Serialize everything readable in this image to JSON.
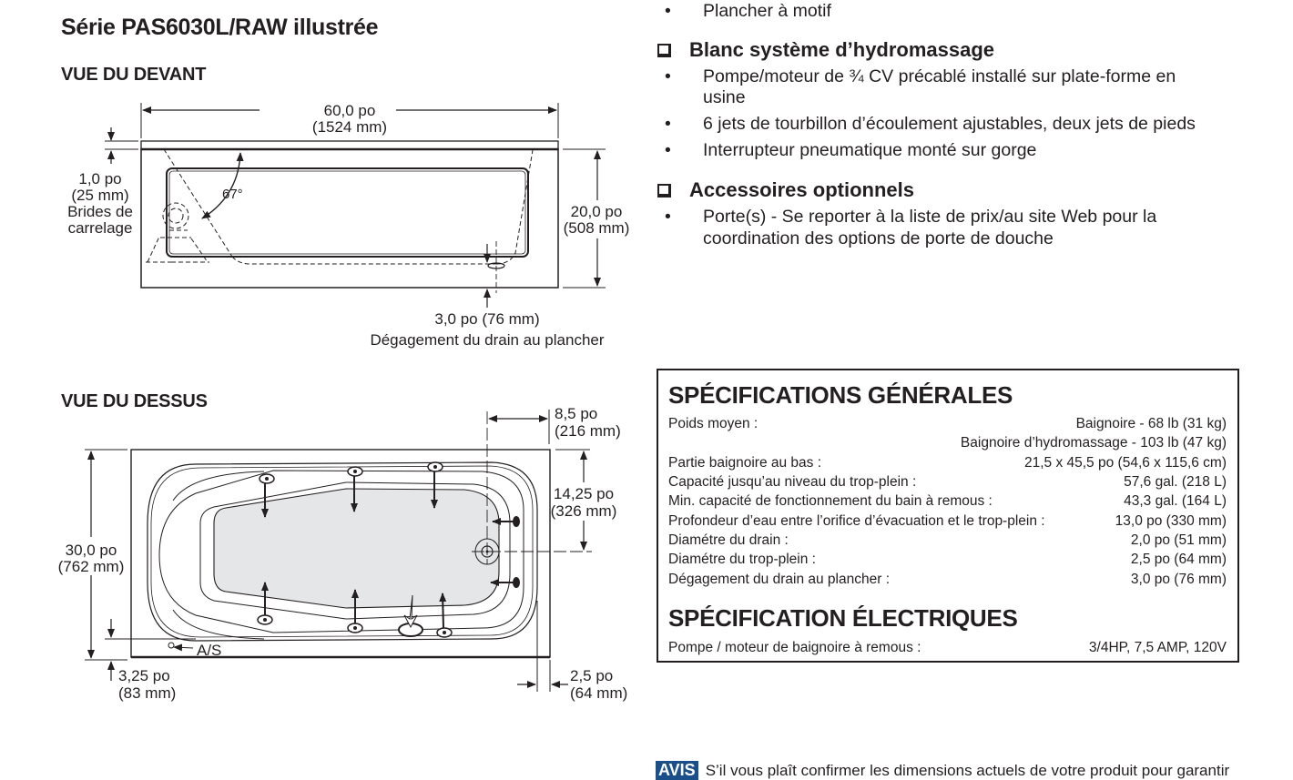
{
  "page": {
    "title": "Série PAS6030L/RAW illustrée"
  },
  "front_view": {
    "heading": "VUE DU DEVANT",
    "width_in": "60,0 po",
    "width_mm": "(1524 mm)",
    "flange_in": "1,0 po",
    "flange_mm": "(25 mm)",
    "flange_label_1": "Brides de",
    "flange_label_2": "carrelage",
    "angle": "67°",
    "height_in": "20,0 po",
    "height_mm": "(508 mm)",
    "drain_clearance": "3,0 po (76 mm)",
    "drain_clearance_label": "Dégagement du drain au plancher"
  },
  "top_view": {
    "heading": "VUE DU DESSUS",
    "drain_offset_in": "8,5 po",
    "drain_offset_mm": "(216 mm)",
    "drain_center_in": "14,25 po",
    "drain_center_mm": "(326 mm)",
    "depth_in": "30,0 po",
    "depth_mm": "(762 mm)",
    "apron_in": "3,25 po",
    "apron_mm": "(83 mm)",
    "end_in": "2,5 po",
    "end_mm": "(64 mm)",
    "air_switch_label": "A/S"
  },
  "features": {
    "top_bullet": "Plancher à motif",
    "sections": [
      {
        "heading": "Blanc système d’hydromassage",
        "bullets": [
          "Pompe/moteur de ¾ CV précablé installé sur plate-forme en",
          "usine",
          "6 jets de tourbillon d’écoulement ajustables, deux jets de pieds",
          "Interrupteur pneumatique monté sur gorge"
        ]
      },
      {
        "heading": "Accessoires optionnels",
        "bullets": [
          "Porte(s) - Se reporter à la liste de prix/au site Web pour la",
          "coordination des options de porte de douche"
        ]
      }
    ],
    "bullet_glyph": "•",
    "checkbox_icon": "empty-checkbox-icon"
  },
  "specs": {
    "general_heading": "SPÉCIFICATIONS GÉNÉRALES",
    "rows": [
      {
        "label": "Poids moyen :",
        "value": "Baignoire - 68 lb (31 kg)"
      },
      {
        "label": "",
        "value": "Baignoire d’hydromassage - 103 lb (47 kg)"
      },
      {
        "label": "Partie baignoire au bas :",
        "value": "21,5 x 45,5 po (54,6 x 115,6 cm)"
      },
      {
        "label": "Capacité jusqu’au niveau du trop-plein :",
        "value": "57,6 gal. (218 L)"
      },
      {
        "label": "Min. capacité de fonctionnement du bain à remous :",
        "value": "43,3 gal. (164 L)"
      },
      {
        "label": "Profondeur d’eau entre l’orifice d’évacuation et le trop-plein :",
        "value": "13,0 po (330 mm)"
      },
      {
        "label": "Diamétre du drain :",
        "value": "2,0 po (51 mm)"
      },
      {
        "label": "Diamétre du trop-plein :",
        "value": "2,5 po (64 mm)"
      },
      {
        "label": "Dégagement du drain au plancher :",
        "value": "3,0 po (76 mm)"
      }
    ],
    "electrical_heading": "SPÉCIFICATION ÉLECTRIQUES",
    "electrical_rows": [
      {
        "label": "Pompe / moteur de baignoire à remous :",
        "value": "3/4HP, 7,5 AMP, 120V"
      }
    ]
  },
  "notice": {
    "badge": "AVIS",
    "text": "S’il vous plaît confirmer les dimensions actuels de votre produit pour garantir",
    "badge_color": "#1b4f8a"
  }
}
